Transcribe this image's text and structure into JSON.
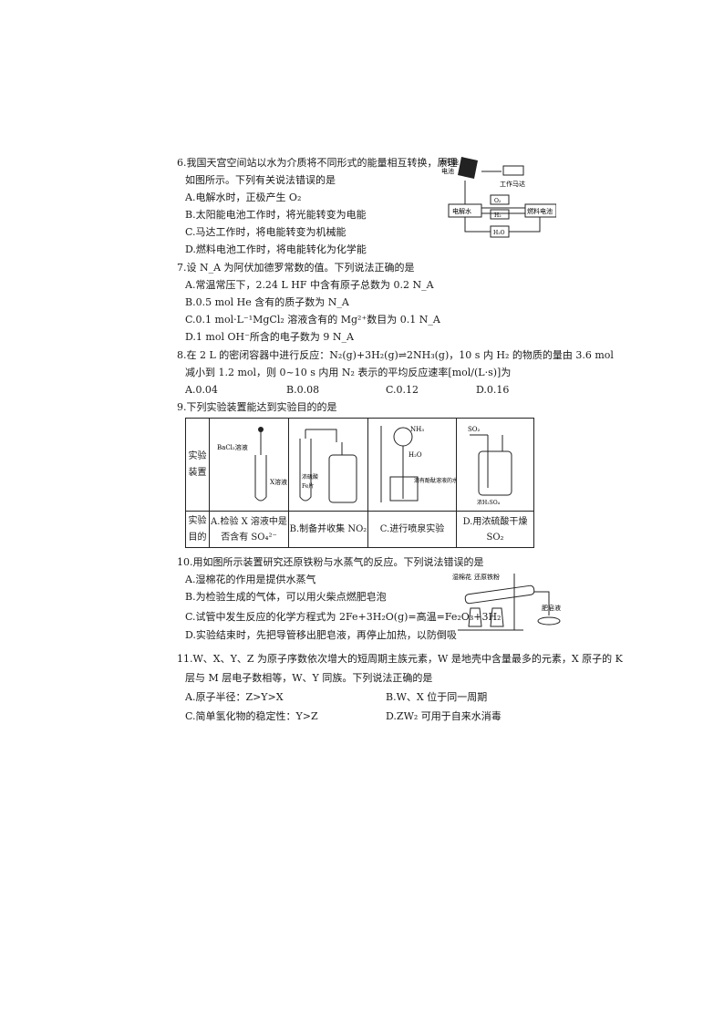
{
  "q6": {
    "stem_1": "6.我国天宫空间站以水为介质将不同形式的能量相互转换，原理",
    "stem_2": "如图所示。下列有关说法错误的是",
    "options": [
      "A.电解水时，正极产生 O₂",
      "B.太阳能电池工作时，将光能转变为电能",
      "C.马达工作时，将电能转变为机械能",
      "D.燃料电池工作时，将电能转化为化学能"
    ],
    "figure": {
      "solar": "太阳能电池",
      "motor": "工作马达",
      "electrolysis": "电解水",
      "fuel_cell": "燃料电池",
      "o2": "O₂",
      "h2": "H₂",
      "h2o": "H₂O"
    }
  },
  "q7": {
    "stem": "7.设 N_A 为阿伏加德罗常数的值。下列说法正确的是",
    "options": [
      "A.常温常压下，2.24 L HF 中含有原子总数为 0.2 N_A",
      "B.0.5 mol He 含有的质子数为 N_A",
      "C.0.1 mol·L⁻¹MgCl₂ 溶液含有的 Mg²⁺数目为 0.1 N_A",
      "D.1 mol OH⁻所含的电子数为 9 N_A"
    ]
  },
  "q8": {
    "stem_1": "8.在 2 L 的密闭容器中进行反应：N₂(g)+3H₂(g)⇌2NH₃(g)，10 s 内 H₂ 的物质的量由 3.6 mol",
    "stem_2": "减小到 1.2 mol，则 0~10 s 内用 N₂ 表示的平均反应速率[mol/(L·s)]为",
    "options": [
      "A.0.04",
      "B.0.08",
      "C.0.12",
      "D.0.16"
    ]
  },
  "q9": {
    "stem": "9.下列实验装置能达到实验目的的是",
    "row1_label": "实验装置",
    "row2_label": "实验目的",
    "labels": {
      "bacl2": "BaCl₂溶液",
      "x": "X溶液",
      "acid": "浓硫酸",
      "fe": "Fe片",
      "nh3": "NH₃",
      "h2o": "H₂O",
      "phenol": "滴有酚酞溶液的水",
      "so2": "SO₂",
      "h2so4": "浓H₂SO₄"
    },
    "purposes": [
      "A.检验 X 溶液中是否含有 SO₄²⁻",
      "B.制备并收集 NO₂",
      "C.进行喷泉实验",
      "D.用浓硫酸干燥 SO₂"
    ]
  },
  "q10": {
    "stem": "10.用如图所示装置研究还原铁粉与水蒸气的反应。下列说法错误的是",
    "options": [
      "A.湿棉花的作用是提供水蒸气",
      "B.为检验生成的气体，可以用火柴点燃肥皂泡",
      "C.试管中发生反应的化学方程式为 2Fe+3H₂O(g)=高温=Fe₂O₃+3H₂",
      "D.实验结束时，先把导管移出肥皂液，再停止加热，以防倒吸"
    ],
    "figure": {
      "cotton": "湿棉花",
      "iron": "还原铁粉",
      "soap": "肥皂液"
    }
  },
  "q11": {
    "stem_1": "11.W、X、Y、Z 为原子序数依次增大的短周期主族元素，W 是地壳中含量最多的元素，X 原子的 K",
    "stem_2": "层与 M 层电子数相等，W、Y 同族。下列说法正确的是",
    "options": [
      "A.原子半径：Z>Y>X",
      "B.W、X 位于同一周期",
      "C.简单氢化物的稳定性：Y>Z",
      "D.ZW₂ 可用于自来水消毒"
    ]
  }
}
